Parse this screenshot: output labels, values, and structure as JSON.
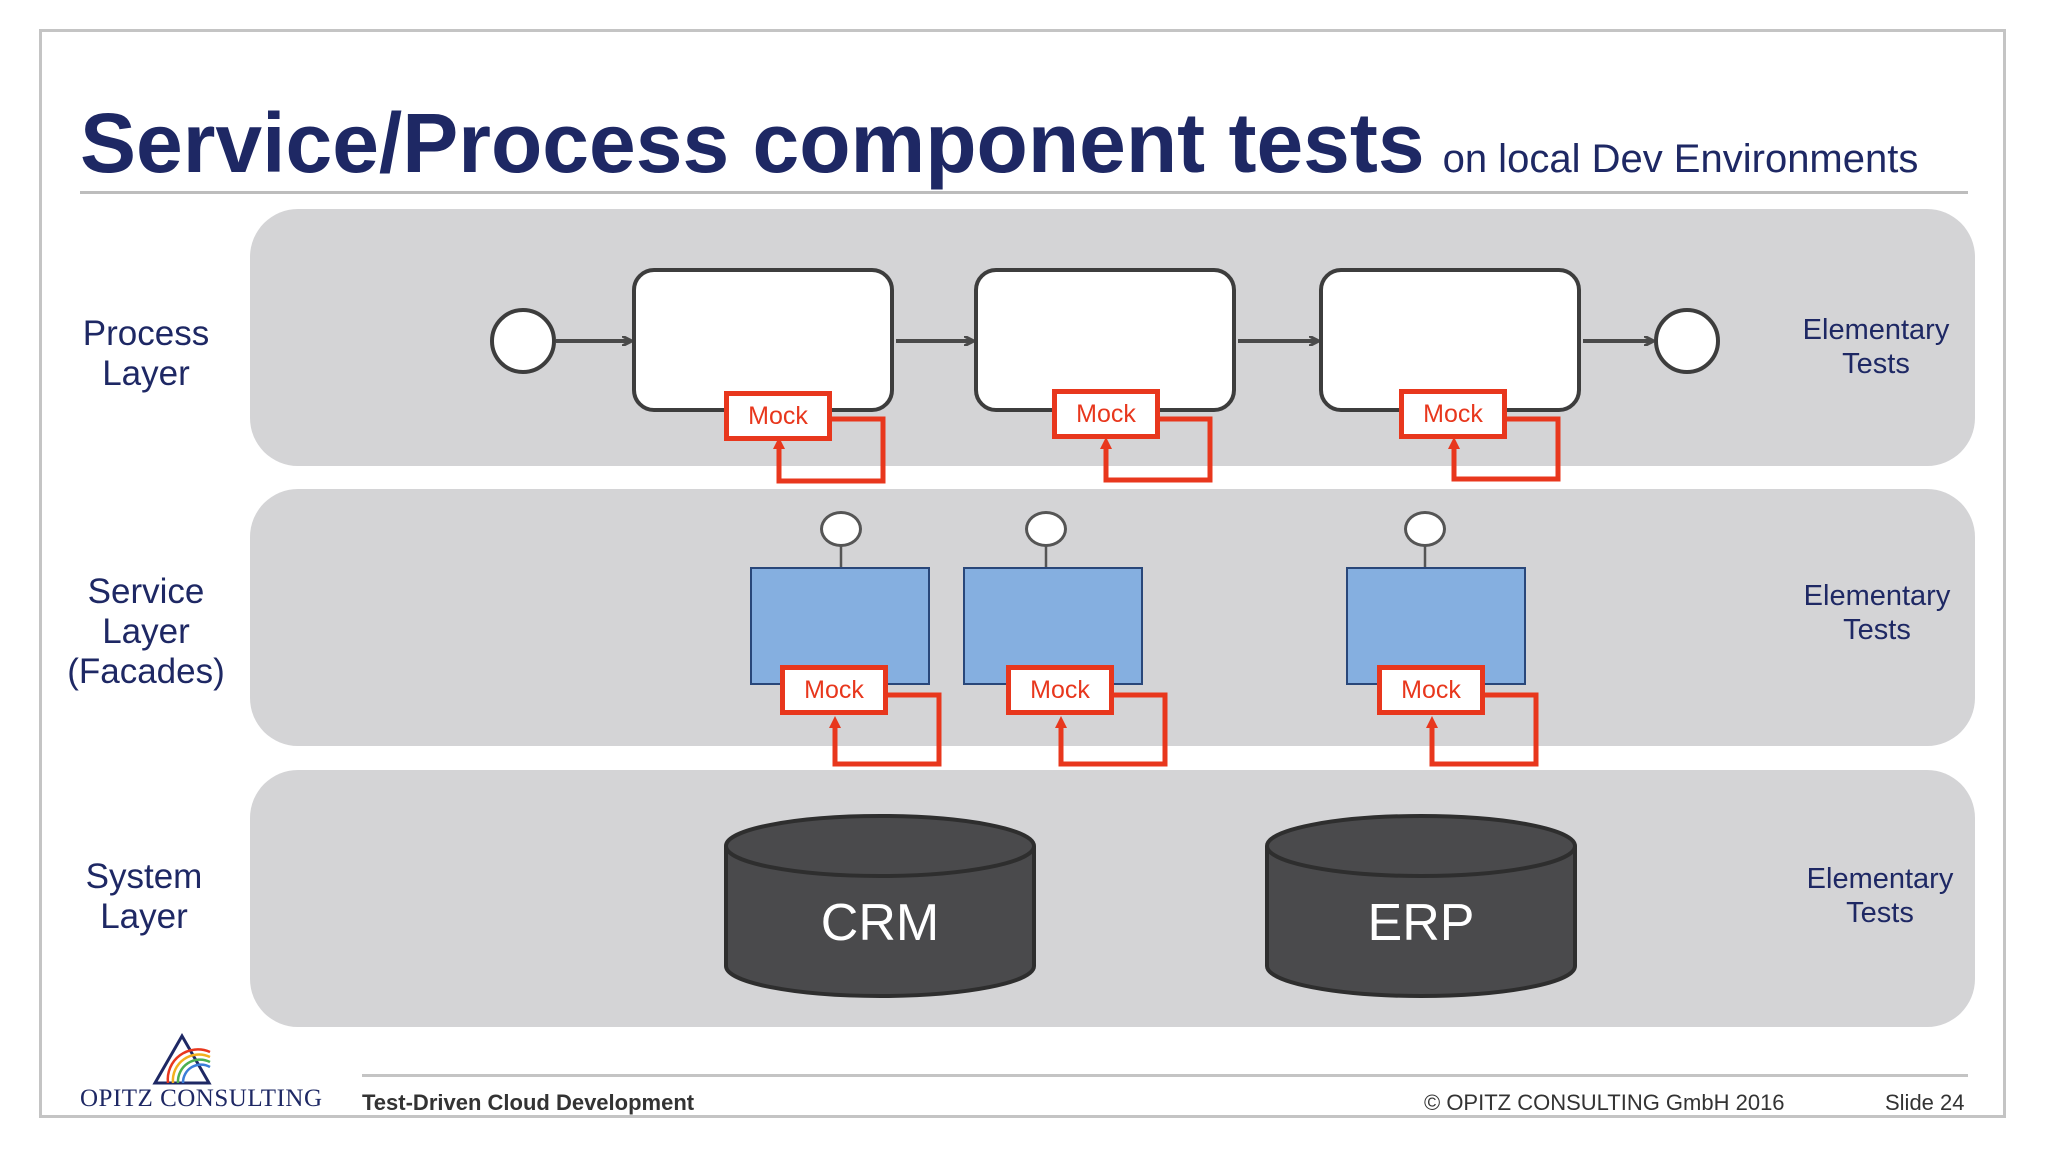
{
  "title": {
    "main": "Service/Process component tests",
    "sub": "on local Dev Environments"
  },
  "layers": [
    {
      "name": "process",
      "label_lines": [
        "Process",
        "Layer"
      ],
      "elementary_lines": [
        "Elementary",
        "Tests"
      ]
    },
    {
      "name": "service",
      "label_lines": [
        "Service",
        "Layer",
        "(Facades)"
      ],
      "elementary_lines": [
        "Elementary",
        "Tests"
      ]
    },
    {
      "name": "system",
      "label_lines": [
        "System",
        "Layer"
      ],
      "elementary_lines": [
        "Elementary",
        "Tests"
      ]
    }
  ],
  "mock_label": "Mock",
  "systems": [
    "CRM",
    "ERP"
  ],
  "footer": {
    "logo_text": "OPITZ CONSULTING",
    "center": "Test-Driven Cloud Development",
    "copyright": "© OPITZ CONSULTING GmbH 2016",
    "slide": "Slide 24"
  },
  "colors": {
    "title": "#1e2864",
    "band": "#d4d4d6",
    "mock": "#e8371d",
    "facade": "#85afe0",
    "database": "#4a4a4c"
  }
}
